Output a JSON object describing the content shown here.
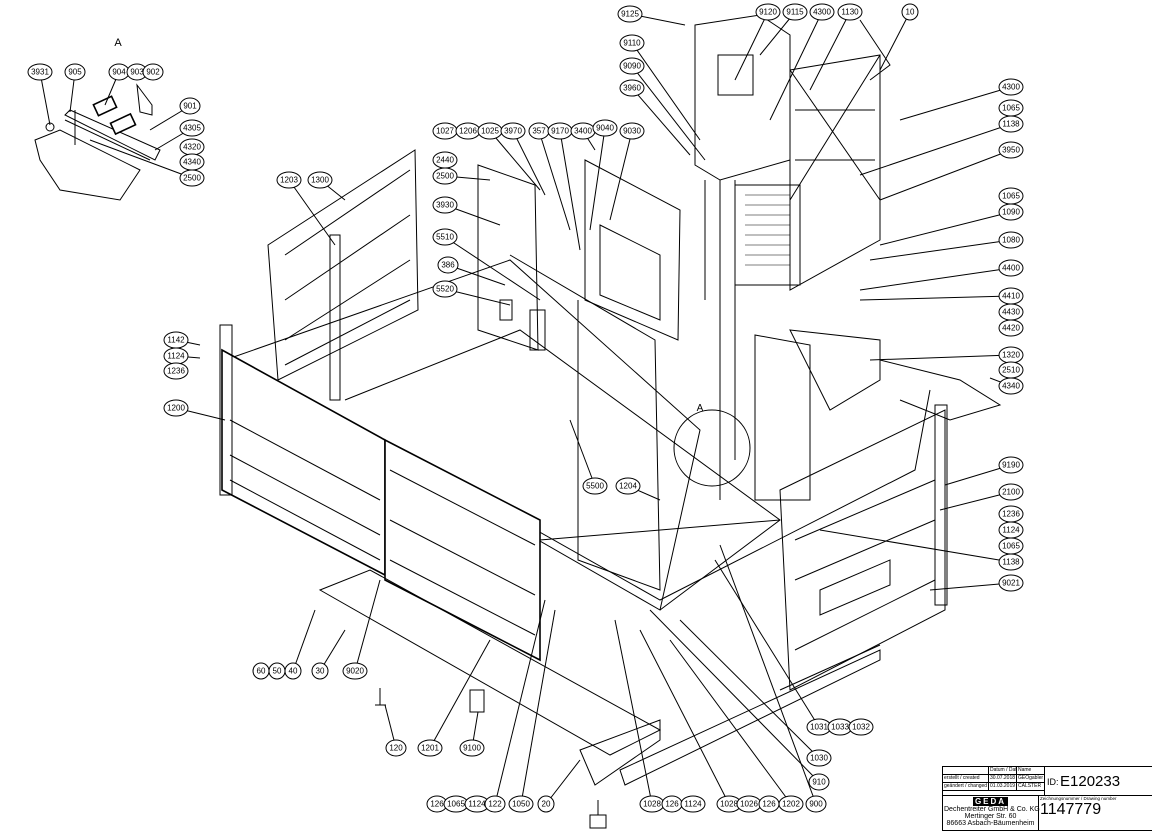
{
  "detail": {
    "title": "A",
    "labels": [
      "3931",
      "905",
      "904",
      "903",
      "902",
      "901",
      "4305",
      "4320",
      "4340",
      "2500"
    ]
  },
  "callout_marker": "A",
  "labels": [
    "9125",
    "9120",
    "9115",
    "4300",
    "1130",
    "10",
    "9110",
    "9090",
    "3960",
    "1027",
    "1206",
    "1025",
    "3970",
    "357",
    "9170",
    "3400",
    "9040",
    "9030",
    "2440",
    "2500",
    "3930",
    "5510",
    "386",
    "5520",
    "1203",
    "1300",
    "1142",
    "1124",
    "1236",
    "1200",
    "4300",
    "1065",
    "1138",
    "3950",
    "1065",
    "1090",
    "1080",
    "4400",
    "4410",
    "4430",
    "4420",
    "1320",
    "2510",
    "4340",
    "9190",
    "2100",
    "1236",
    "1124",
    "1065",
    "1138",
    "9021",
    "5500",
    "1204",
    "60",
    "50",
    "40",
    "30",
    "9020",
    "120",
    "1201",
    "9100",
    "126",
    "1065",
    "1124",
    "122",
    "1050",
    "20",
    "1028",
    "126",
    "1124",
    "1028",
    "1026",
    "126",
    "1202",
    "900",
    "1031",
    "1033",
    "1032",
    "1030",
    "910"
  ],
  "title_block": {
    "col_date": "Datum / Date",
    "col_name": "Name",
    "row_created": "erstellt / created",
    "row_changed": "geändert / changed",
    "created_date": "30.07.2018",
    "created_name": "GEOgabler",
    "changed_date": "01.03.2019",
    "changed_name": "CALSTER",
    "id_label": "ID:",
    "id_value": "E120233",
    "company_logo": "GEDA",
    "company": "Dechentreiter GmbH & Co. KG",
    "street": "Mertinger Str. 60",
    "city": "86663 Asbach-Bäumenheim",
    "drawing_number_label": "Zeichnungsnummer / Drawing number",
    "drawing_number": "1147779"
  }
}
